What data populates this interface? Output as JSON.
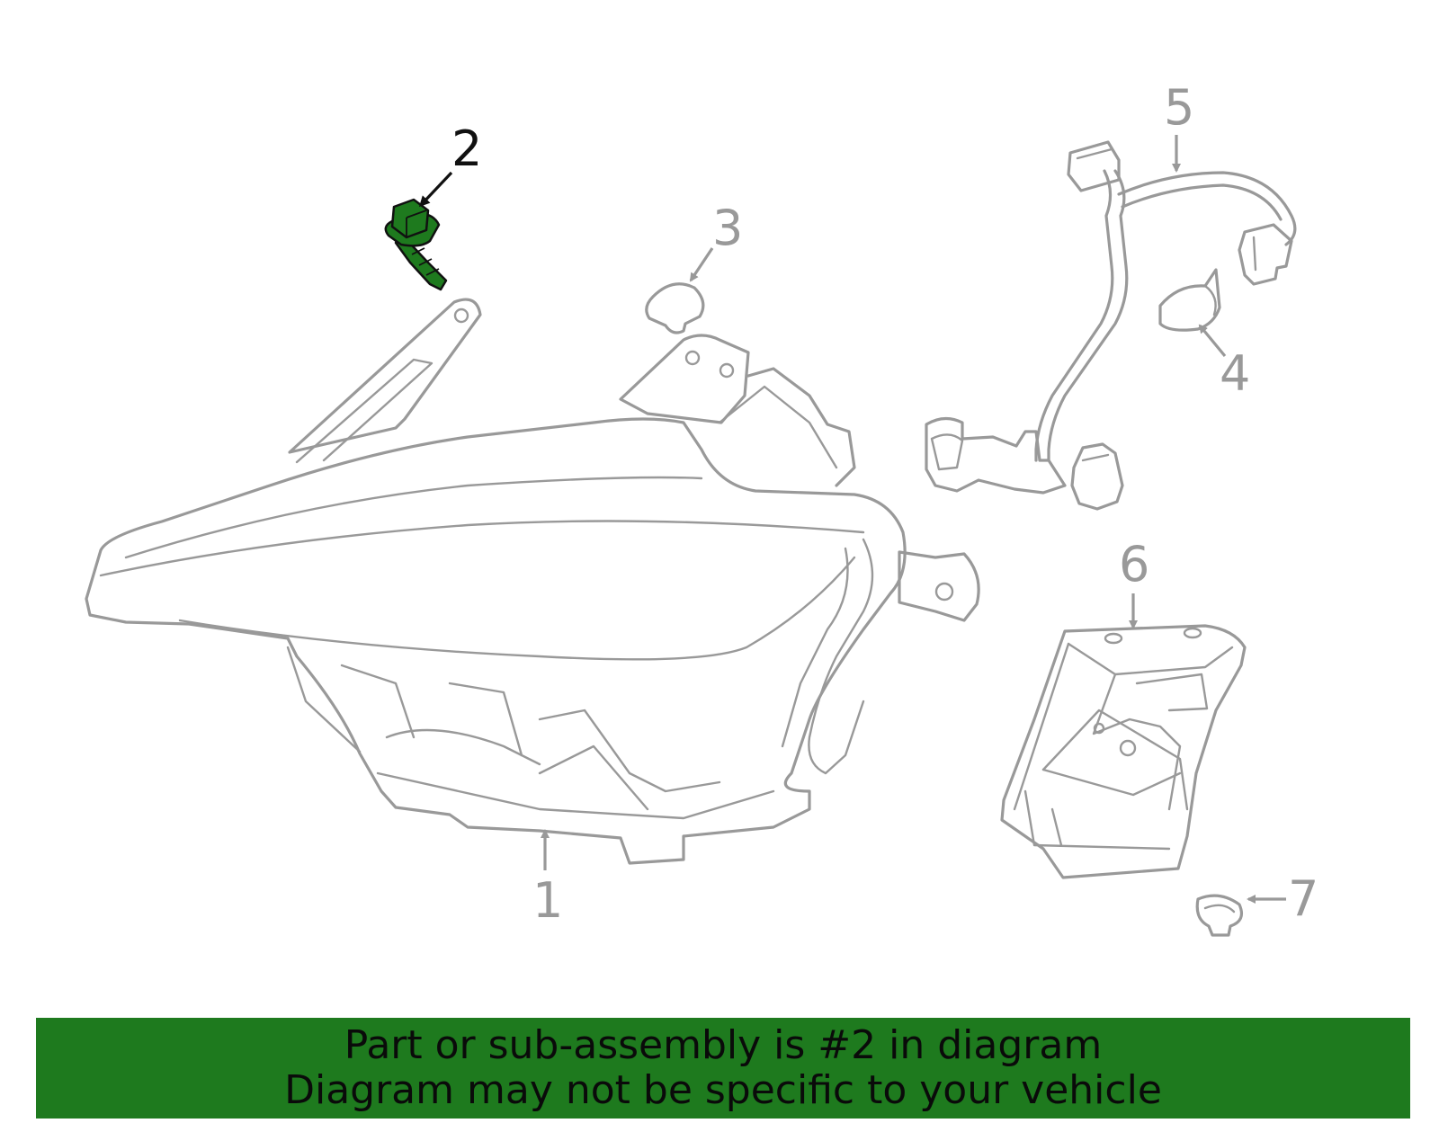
{
  "callouts": {
    "c1": "1",
    "c2": "2",
    "c3": "3",
    "c4": "4",
    "c5": "5",
    "c6": "6",
    "c7": "7"
  },
  "highlight": {
    "part_number": "2",
    "color": "#1e7a1e",
    "callout_color": "#111111",
    "outline_color": "#999999"
  },
  "banner": {
    "line1": "Part or sub-assembly is #2 in diagram",
    "line2": "Diagram may not be specific to your vehicle",
    "background": "#1e7a1e"
  }
}
